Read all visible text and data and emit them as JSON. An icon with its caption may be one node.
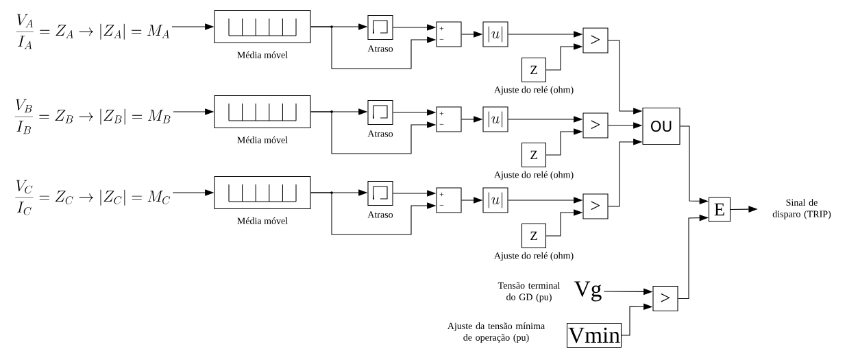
{
  "diagram": {
    "nodes": [
      {
        "text": [
          "\\frac{V_A}{I_A} = Z_A \\rightarrow |Z_A| = M_A"
        ]
      },
      {
        "text": [],
        "shape": "box",
        "beside": [
          "Média móvel"
        ]
      },
      {
        "text": [],
        "shape": "box",
        "beside": [
          "Atraso"
        ]
      },
      {
        "text": [
          "+",
          "−"
        ]
      },
      {
        "text": [
          "|u|"
        ]
      },
      {
        "text": [
          ">"
        ]
      },
      {
        "text": [
          "Z"
        ],
        "beside": [
          "Ajuste do relé (ohm)"
        ]
      },
      {
        "text": [
          "\\frac{V_B}{I_B} = Z_B \\rightarrow |Z_B| = M_B"
        ]
      },
      {
        "text": [],
        "shape": "box",
        "beside": [
          "Média móvel"
        ]
      },
      {
        "text": [],
        "shape": "box",
        "beside": [
          "Atraso"
        ]
      },
      {
        "text": [
          "+",
          "−"
        ]
      },
      {
        "text": [
          "|u|"
        ]
      },
      {
        "text": [
          ">"
        ]
      },
      {
        "text": [
          "Z"
        ],
        "beside": [
          "Ajuste do relé (ohm)"
        ]
      },
      {
        "text": [
          "\\frac{V_C}{I_C} = Z_C \\rightarrow |Z_C| = M_C"
        ]
      },
      {
        "text": [],
        "shape": "box",
        "beside": [
          "Média móvel"
        ]
      },
      {
        "text": [],
        "shape": "box",
        "beside": [
          "Atraso"
        ]
      },
      {
        "text": [
          "+",
          "−"
        ]
      },
      {
        "text": [
          "|u|"
        ]
      },
      {
        "text": [
          ">"
        ]
      },
      {
        "text": [
          "Z"
        ],
        "beside": [
          "Ajuste do relé (ohm)"
        ]
      },
      {
        "text": [
          "OU"
        ]
      },
      {
        "text": [
          "E"
        ]
      },
      {
        "text": [
          "Sinal de disparo (TRIP)"
        ]
      },
      {
        "text": [
          "Vg"
        ],
        "beside": [
          "Tensão terminal do GD (pu)"
        ]
      },
      {
        "text": [
          ">"
        ]
      },
      {
        "text": [
          "Vmin"
        ],
        "beside": [
          "Ajuste da tensão mínima de operação (pu)"
        ]
      }
    ],
    "edges": [
      {
        "from": 0,
        "to": 1,
        "arrow": "to"
      },
      {
        "from": 1,
        "to": 2,
        "arrow": "to"
      },
      {
        "from": 1,
        "to": 3,
        "arrow": "to"
      },
      {
        "from": 2,
        "to": 3,
        "arrow": "to"
      },
      {
        "from": 3,
        "to": 4,
        "arrow": "to"
      },
      {
        "from": 4,
        "to": 5,
        "arrow": "to"
      },
      {
        "from": 6,
        "to": 5,
        "arrow": "to"
      },
      {
        "from": 5,
        "to": 21,
        "arrow": "to"
      },
      {
        "from": 7,
        "to": 8,
        "arrow": "to"
      },
      {
        "from": 8,
        "to": 9,
        "arrow": "to"
      },
      {
        "from": 8,
        "to": 10,
        "arrow": "to"
      },
      {
        "from": 9,
        "to": 10,
        "arrow": "to"
      },
      {
        "from": 10,
        "to": 11,
        "arrow": "to"
      },
      {
        "from": 11,
        "to": 12,
        "arrow": "to"
      },
      {
        "from": 13,
        "to": 12,
        "arrow": "to"
      },
      {
        "from": 12,
        "to": 21,
        "arrow": "to"
      },
      {
        "from": 14,
        "to": 15,
        "arrow": "to"
      },
      {
        "from": 15,
        "to": 16,
        "arrow": "to"
      },
      {
        "from": 15,
        "to": 17,
        "arrow": "to"
      },
      {
        "from": 16,
        "to": 17,
        "arrow": "to"
      },
      {
        "from": 17,
        "to": 18,
        "arrow": "to"
      },
      {
        "from": 18,
        "to": 19,
        "arrow": "to"
      },
      {
        "from": 20,
        "to": 19,
        "arrow": "to"
      },
      {
        "from": 19,
        "to": 21,
        "arrow": "to"
      },
      {
        "from": 21,
        "to": 22,
        "arrow": "to"
      },
      {
        "from": 25,
        "to": 22,
        "arrow": "to"
      },
      {
        "from": 22,
        "to": 23,
        "arrow": "to"
      },
      {
        "from": 24,
        "to": 25,
        "arrow": "to"
      },
      {
        "from": 26,
        "to": 25,
        "arrow": "to"
      }
    ]
  }
}
